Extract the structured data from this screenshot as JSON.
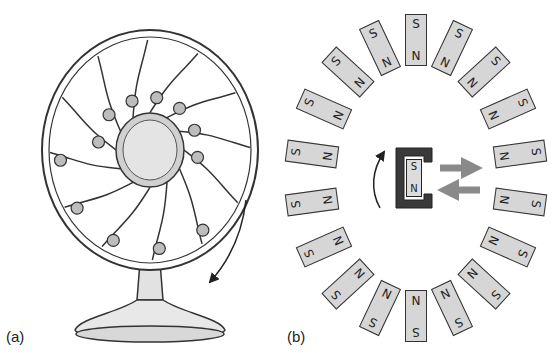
{
  "diagram": {
    "nodes": [
      {
        "text": [
          "S",
          "N"
        ]
      },
      {
        "text": [
          "S",
          "N"
        ]
      },
      {
        "text": [
          "S",
          "N"
        ]
      },
      {
        "text": [
          "S",
          "N"
        ]
      },
      {
        "text": [
          "S",
          "N"
        ]
      },
      {
        "text": [
          "S",
          "N"
        ]
      },
      {
        "text": [
          "S",
          "N"
        ]
      },
      {
        "text": [
          "S",
          "N"
        ]
      },
      {
        "text": [
          "S",
          "N"
        ]
      },
      {
        "text": [
          "S",
          "N"
        ]
      },
      {
        "text": [
          "S",
          "N"
        ]
      },
      {
        "text": [
          "S",
          "N"
        ]
      },
      {
        "text": [
          "S",
          "N"
        ]
      },
      {
        "text": [
          "S",
          "N"
        ]
      },
      {
        "text": [
          "S",
          "N"
        ]
      },
      {
        "text": [
          "S",
          "N"
        ]
      },
      {
        "text": [
          "S",
          "N"
        ]
      },
      {
        "text": [
          "S",
          "N"
        ]
      },
      {
        "text": [
          "S",
          "N"
        ]
      }
    ],
    "labels": [
      "(a)",
      "(b)"
    ]
  }
}
